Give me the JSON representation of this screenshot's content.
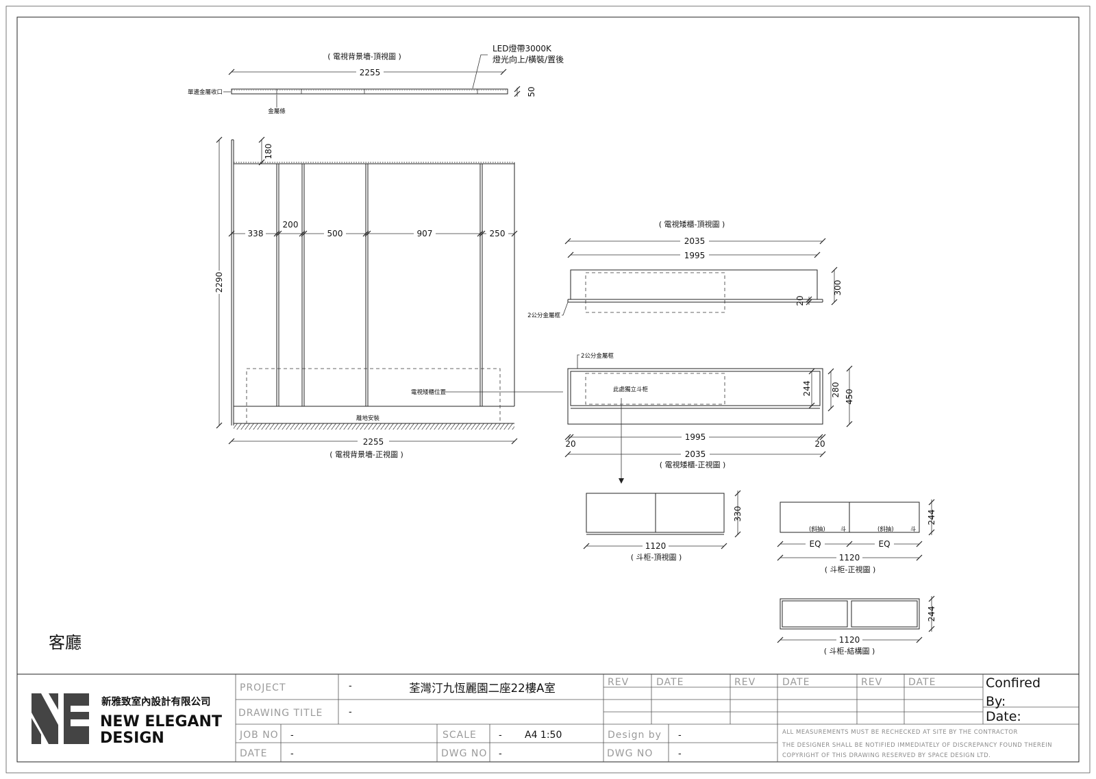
{
  "drawing": {
    "room_label": "客廳",
    "tv_wall_top": {
      "title": "( 電視背景墻-頂視圖 )",
      "width": "2255",
      "depth": "50",
      "led_note_1": "LED燈帶3000K",
      "led_note_2": "燈光向上/橫裝/置後",
      "edge_note": "單邊金屬收口",
      "strip_note": "金屬條"
    },
    "tv_wall_front": {
      "title": "( 電視背景墻-正視圖 )",
      "width": "2255",
      "height": "2290",
      "top_gap": "180",
      "segments": [
        "338",
        "200",
        "500",
        "907",
        "250"
      ],
      "cabinet_note": "電視矮櫃位置",
      "floor_note": "離地安裝"
    },
    "tv_cabinet_top": {
      "title": "( 電視矮櫃-頂視圖 )",
      "outer_width": "2035",
      "inner_width": "1995",
      "depth": "300",
      "frame_thickness": "20",
      "frame_note": "2公分金屬框"
    },
    "tv_cabinet_front": {
      "title": "( 電視矮櫃-正視圖 )",
      "frame_note": "2公分金屬框",
      "drawer_note": "此處獨立斗柜",
      "inner_height": "244",
      "mid_height": "280",
      "total_height": "450",
      "inner_width": "1995",
      "outer_width": "2035",
      "side_left": "20",
      "side_right": "20"
    },
    "drawer_top": {
      "title": "( 斗柜-頂視圖 )",
      "width": "1120",
      "depth": "330"
    },
    "drawer_front": {
      "title": "( 斗柜-正視圖 )",
      "width": "1120",
      "height": "244",
      "eq_left": "EQ",
      "eq_right": "EQ",
      "left_label": "(斜抽)",
      "left_sub": "斗",
      "right_label": "(斜抽)",
      "right_sub": "斗"
    },
    "drawer_structure": {
      "title": "( 斗柜-結構圖 )",
      "width": "1120",
      "height": "244"
    }
  },
  "title_block": {
    "company_cn": "新雅致室內設計有限公司",
    "company_en_1": "NEW ELEGANT",
    "company_en_2": "DESIGN",
    "project_label": "PROJECT",
    "project_dash": "-",
    "project_value": "荃灣汀九恆麗園二座22樓A室",
    "drawing_title_label": "DRAWING TITLE",
    "drawing_title_value": "-",
    "job_no_label": "JOB NO",
    "job_no_value": "-",
    "scale_label": "SCALE",
    "scale_dash": "-",
    "scale_value": "A4 1:50",
    "date_label": "DATE",
    "date_value": "-",
    "dwg_no_label": "DWG NO",
    "dwg_no_value": "-",
    "rev_label": "REV",
    "rev_date_label": "DATE",
    "design_by_label": "Design by",
    "design_by_value": "-",
    "dwg_no_label_2": "DWG NO",
    "dwg_no_value_2": "-",
    "confirmed_label": "Confired",
    "by_label": "By:",
    "confirm_date_label": "Date:",
    "note_1": "ALL MEASUREMENTS MUST BE RECHECKED AT SITE BY THE CONTRACTOR",
    "note_2": "THE DESIGNER SHALL BE NOTIFIED IMMEDIATELY OF DISCREPANCY FOUND THEREIN",
    "note_3": "COPYRIGHT OF THIS DRAWING RESERVED BY SPACE DESIGN LTD."
  }
}
